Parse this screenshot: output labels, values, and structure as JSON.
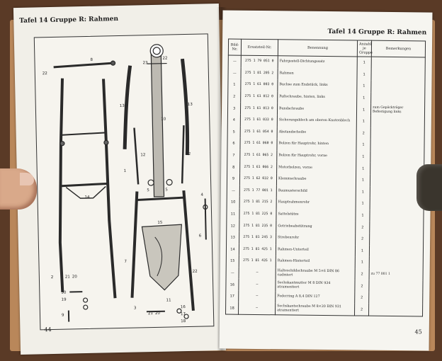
{
  "left_page": {
    "header": "Tafel 14 Gruppe R: Rahmen",
    "page_number": "44",
    "callouts": [
      "22",
      "8",
      "23",
      "22",
      "13",
      "13",
      "10",
      "12",
      "12",
      "1",
      "5",
      "5",
      "4",
      "14",
      "15",
      "6",
      "7",
      "11",
      "2",
      "21",
      "20",
      "22",
      "30",
      "19",
      "9",
      "3",
      "21",
      "20",
      "16",
      "17",
      "18"
    ]
  },
  "right_page": {
    "header": "Tafel 14 Gruppe R: Rahmen",
    "page_number": "45",
    "columns": [
      "Bild-Nr.",
      "Ersatzteil-Nr.",
      "Benennung",
      "Anzahl je Gruppe",
      "Bemerkungen"
    ],
    "rows": [
      {
        "no": "—",
        "part": "275 1 79 051 0",
        "desc": "Fahrgestell-Dichtungssatz",
        "qty": "1",
        "rem": ""
      },
      {
        "no": "—",
        "part": "275 1 81 205 2",
        "desc": "Rahmen",
        "qty": "1",
        "rem": ""
      },
      {
        "no": "1",
        "part": "275 1 61 003 0",
        "desc": "Buchse zum Endstück, links",
        "qty": "1",
        "rem": ""
      },
      {
        "no": "2",
        "part": "275 1 61 012 0",
        "desc": "Paßschraube, hinten, links",
        "qty": "1",
        "rem": ""
      },
      {
        "no": "3",
        "part": "275 1 61 013 0",
        "desc": "Bundschraube",
        "qty": "1",
        "rem": "zum Gepäckträger Befestigung links"
      },
      {
        "no": "4",
        "part": "275 1 61 033 0",
        "desc": "Sicherungsblech am oberen Knotenblech",
        "qty": "1",
        "rem": ""
      },
      {
        "no": "5",
        "part": "275 1 61 054 0",
        "desc": "Abstandscheibe",
        "qty": "2",
        "rem": ""
      },
      {
        "no": "6",
        "part": "275 1 61 060 0",
        "desc": "Bolzen für Hauptrohr, hinten",
        "qty": "1",
        "rem": ""
      },
      {
        "no": "7",
        "part": "275 1 61 065 2",
        "desc": "Bolzen für Hauptrohr, vorne",
        "qty": "1",
        "rem": ""
      },
      {
        "no": "8",
        "part": "275 1 61 066 2",
        "desc": "Motorbolzen, vorne",
        "qty": "1",
        "rem": ""
      },
      {
        "no": "9",
        "part": "275 1 62 032 0",
        "desc": "Klemmschraube",
        "qty": "1",
        "rem": ""
      },
      {
        "no": "—",
        "part": "275 1 77 001 1",
        "desc": "Baumusterschild",
        "qty": "1",
        "rem": ""
      },
      {
        "no": "10",
        "part": "275 1 81 215 2",
        "desc": "Hauptrahmenrohr",
        "qty": "1",
        "rem": ""
      },
      {
        "no": "11",
        "part": "275 1 81 225 0",
        "desc": "Sattelstütze",
        "qty": "1",
        "rem": ""
      },
      {
        "no": "12",
        "part": "275 1 81 235 0",
        "desc": "Getriebeabstützung",
        "qty": "2",
        "rem": ""
      },
      {
        "no": "13",
        "part": "275 1 81 245 3",
        "desc": "Strebenrohr",
        "qty": "2",
        "rem": ""
      },
      {
        "no": "14",
        "part": "275 1 81 425 1",
        "desc": "Rahmen-Unterteil",
        "qty": "1",
        "rem": ""
      },
      {
        "no": "15",
        "part": "275 1 81 435 1",
        "desc": "Rahmen-Hinterteil",
        "qty": "1",
        "rem": ""
      },
      {
        "no": "—",
        "part": "—",
        "desc": "Halteschildschraube M 5×6 DIN 86 cadmiert",
        "qty": "2",
        "rem": "zu 77 001 1"
      },
      {
        "no": "16",
        "part": "—",
        "desc": "Sechskantmutter M 8 DIN 934 atramentiert",
        "qty": "2",
        "rem": ""
      },
      {
        "no": "17",
        "part": "—",
        "desc": "Federring A 8,4 DIN 127",
        "qty": "2",
        "rem": ""
      },
      {
        "no": "18",
        "part": "—",
        "desc": "Sechskantschraube M 8×20 DIN 931 atramentiert",
        "qty": "2",
        "rem": ""
      }
    ]
  }
}
